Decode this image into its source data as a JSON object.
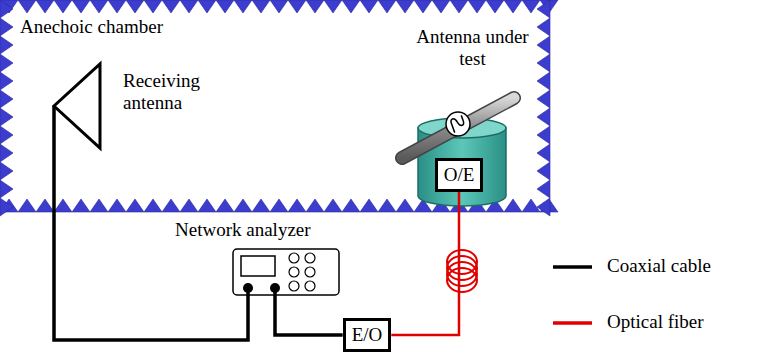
{
  "diagram": {
    "nodes": [
      {
        "text": [
          "Anechoic chamber"
        ]
      },
      {
        "text": [
          "O/E"
        ],
        "in": 0
      },
      {
        "text": [
          "Network analyzer"
        ]
      },
      {
        "text": [
          "E/O"
        ]
      }
    ],
    "edges": [
      {
        "from": 2,
        "to": 3,
        "arrow": "none"
      },
      {
        "from": 3,
        "to": 1,
        "arrow": "none"
      }
    ],
    "labels": [
      "Receiving antenna",
      "Antenna under test"
    ],
    "legend": [
      {
        "text": "Coaxial cable"
      },
      {
        "text": "Optical fiber"
      }
    ]
  }
}
